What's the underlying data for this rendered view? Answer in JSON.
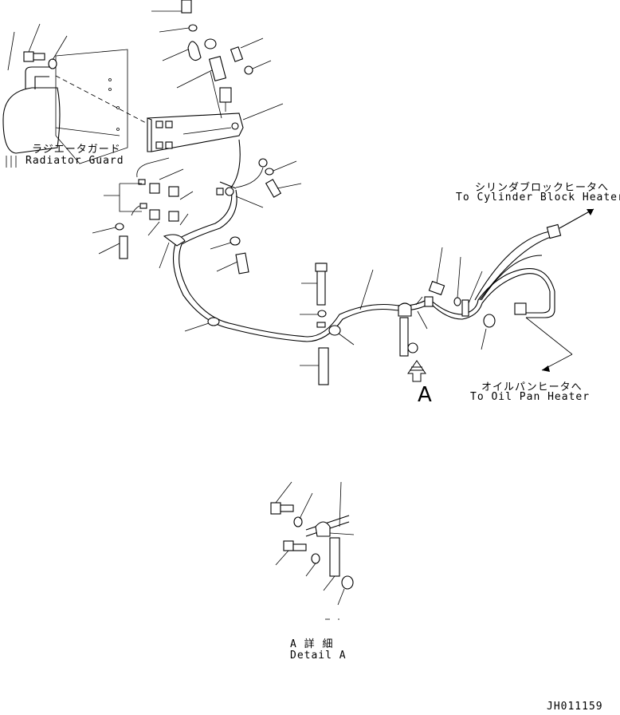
{
  "labels": {
    "radiator_guard_jp": "ラジエータガード",
    "radiator_guard_en": "Radiator Guard",
    "cyl_heater_jp": "シリンダブロックヒータへ",
    "cyl_heater_en": "To Cylinder Block Heater",
    "oil_heater_jp": "オイルパンヒータへ",
    "oil_heater_en": "To Oil Pan Heater",
    "view_letter": "A",
    "detail_jp": "A 詳 細",
    "detail_en": "Detail A",
    "drawing_no": "JH011159"
  }
}
